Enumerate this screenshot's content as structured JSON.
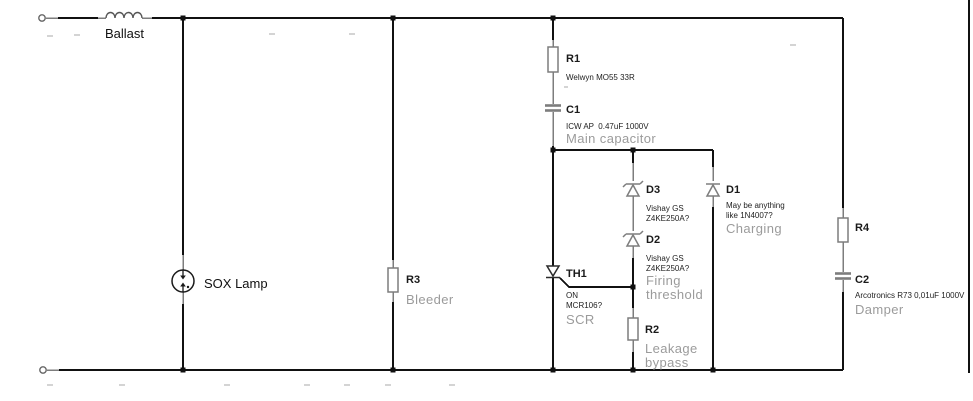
{
  "diagram_type": "circuit-schematic",
  "labels": {
    "ballast": "Ballast",
    "sox_lamp": "SOX Lamp"
  },
  "components": {
    "r1": {
      "ref": "R1",
      "part": "Welwyn MO55 33R"
    },
    "c1": {
      "ref": "C1",
      "part": "ICW AP  0.47uF 1000V",
      "func": "Main capacitor"
    },
    "r3": {
      "ref": "R3",
      "func": "Bleeder"
    },
    "th1": {
      "ref": "TH1",
      "part1": "ON",
      "part2": "MCR106?",
      "func": "SCR"
    },
    "d3": {
      "ref": "D3",
      "part1": "Vishay GS",
      "part2": "Z4KE250A?"
    },
    "d2": {
      "ref": "D2",
      "part1": "Vishay GS",
      "part2": "Z4KE250A?",
      "func": "Firing threshold"
    },
    "r2": {
      "ref": "R2",
      "func": "Leakage bypass"
    },
    "d1": {
      "ref": "D1",
      "part1": "May be anything",
      "part2": "like 1N4007?",
      "func": "Charging"
    },
    "r4": {
      "ref": "R4"
    },
    "c2": {
      "ref": "C2",
      "part": "Arcotronics R73 0,01uF 1000V",
      "func": "Damper"
    }
  },
  "colors": {
    "background": "#ffffff",
    "wire": "#111111",
    "symbol": "#7d7d7d",
    "designator_text": "#1a1a1a",
    "function_text": "#9b9b9b"
  }
}
